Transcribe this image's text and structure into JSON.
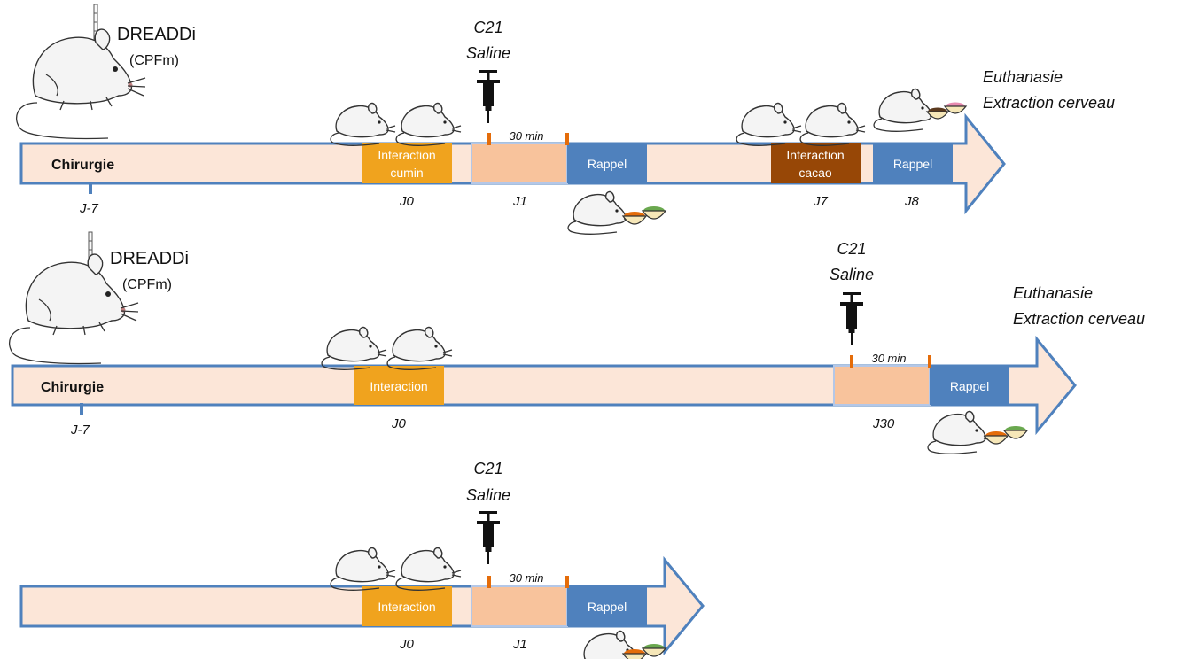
{
  "colors": {
    "timeline_fill": "#fce6d8",
    "timeline_stroke": "#4f81bd",
    "interaction_box": "#f0a31e",
    "cacao_box": "#974706",
    "delay_box": "#f8c39c",
    "recall_box": "#4f81bd",
    "tick_orange": "#e46c0a",
    "tick_blue": "#4f81bd"
  },
  "timeline1": {
    "surgery_label": "Chirurgie",
    "virus_label": "DREADDi",
    "virus_region": "(CPFm)",
    "injection_line1": "C21",
    "injection_line2": "Saline",
    "delay_label": "30 min",
    "interaction_label_line1": "Interaction",
    "interaction_label_line2": "cumin",
    "recall1_label": "Rappel",
    "interaction2_label_line1": "Interaction",
    "interaction2_label_line2": "cacao",
    "recall2_label": "Rappel",
    "end_line1": "Euthanasie",
    "end_line2": "Extraction cerveau",
    "day_surgery": "J-7",
    "day_interaction": "J0",
    "day_recall1": "J1",
    "day_interaction2": "J7",
    "day_recall2": "J8"
  },
  "timeline2": {
    "surgery_label": "Chirurgie",
    "virus_label": "DREADDi",
    "virus_region": "(CPFm)",
    "injection_line1": "C21",
    "injection_line2": "Saline",
    "delay_label": "30 min",
    "interaction_label": "Interaction",
    "recall_label": "Rappel",
    "end_line1": "Euthanasie",
    "end_line2": "Extraction cerveau",
    "day_surgery": "J-7",
    "day_interaction": "J0",
    "day_recall": "J30"
  },
  "timeline3": {
    "injection_line1": "C21",
    "injection_line2": "Saline",
    "delay_label": "30 min",
    "interaction_label": "Interaction",
    "recall_label": "Rappel",
    "day_interaction": "J0",
    "day_recall": "J1"
  }
}
